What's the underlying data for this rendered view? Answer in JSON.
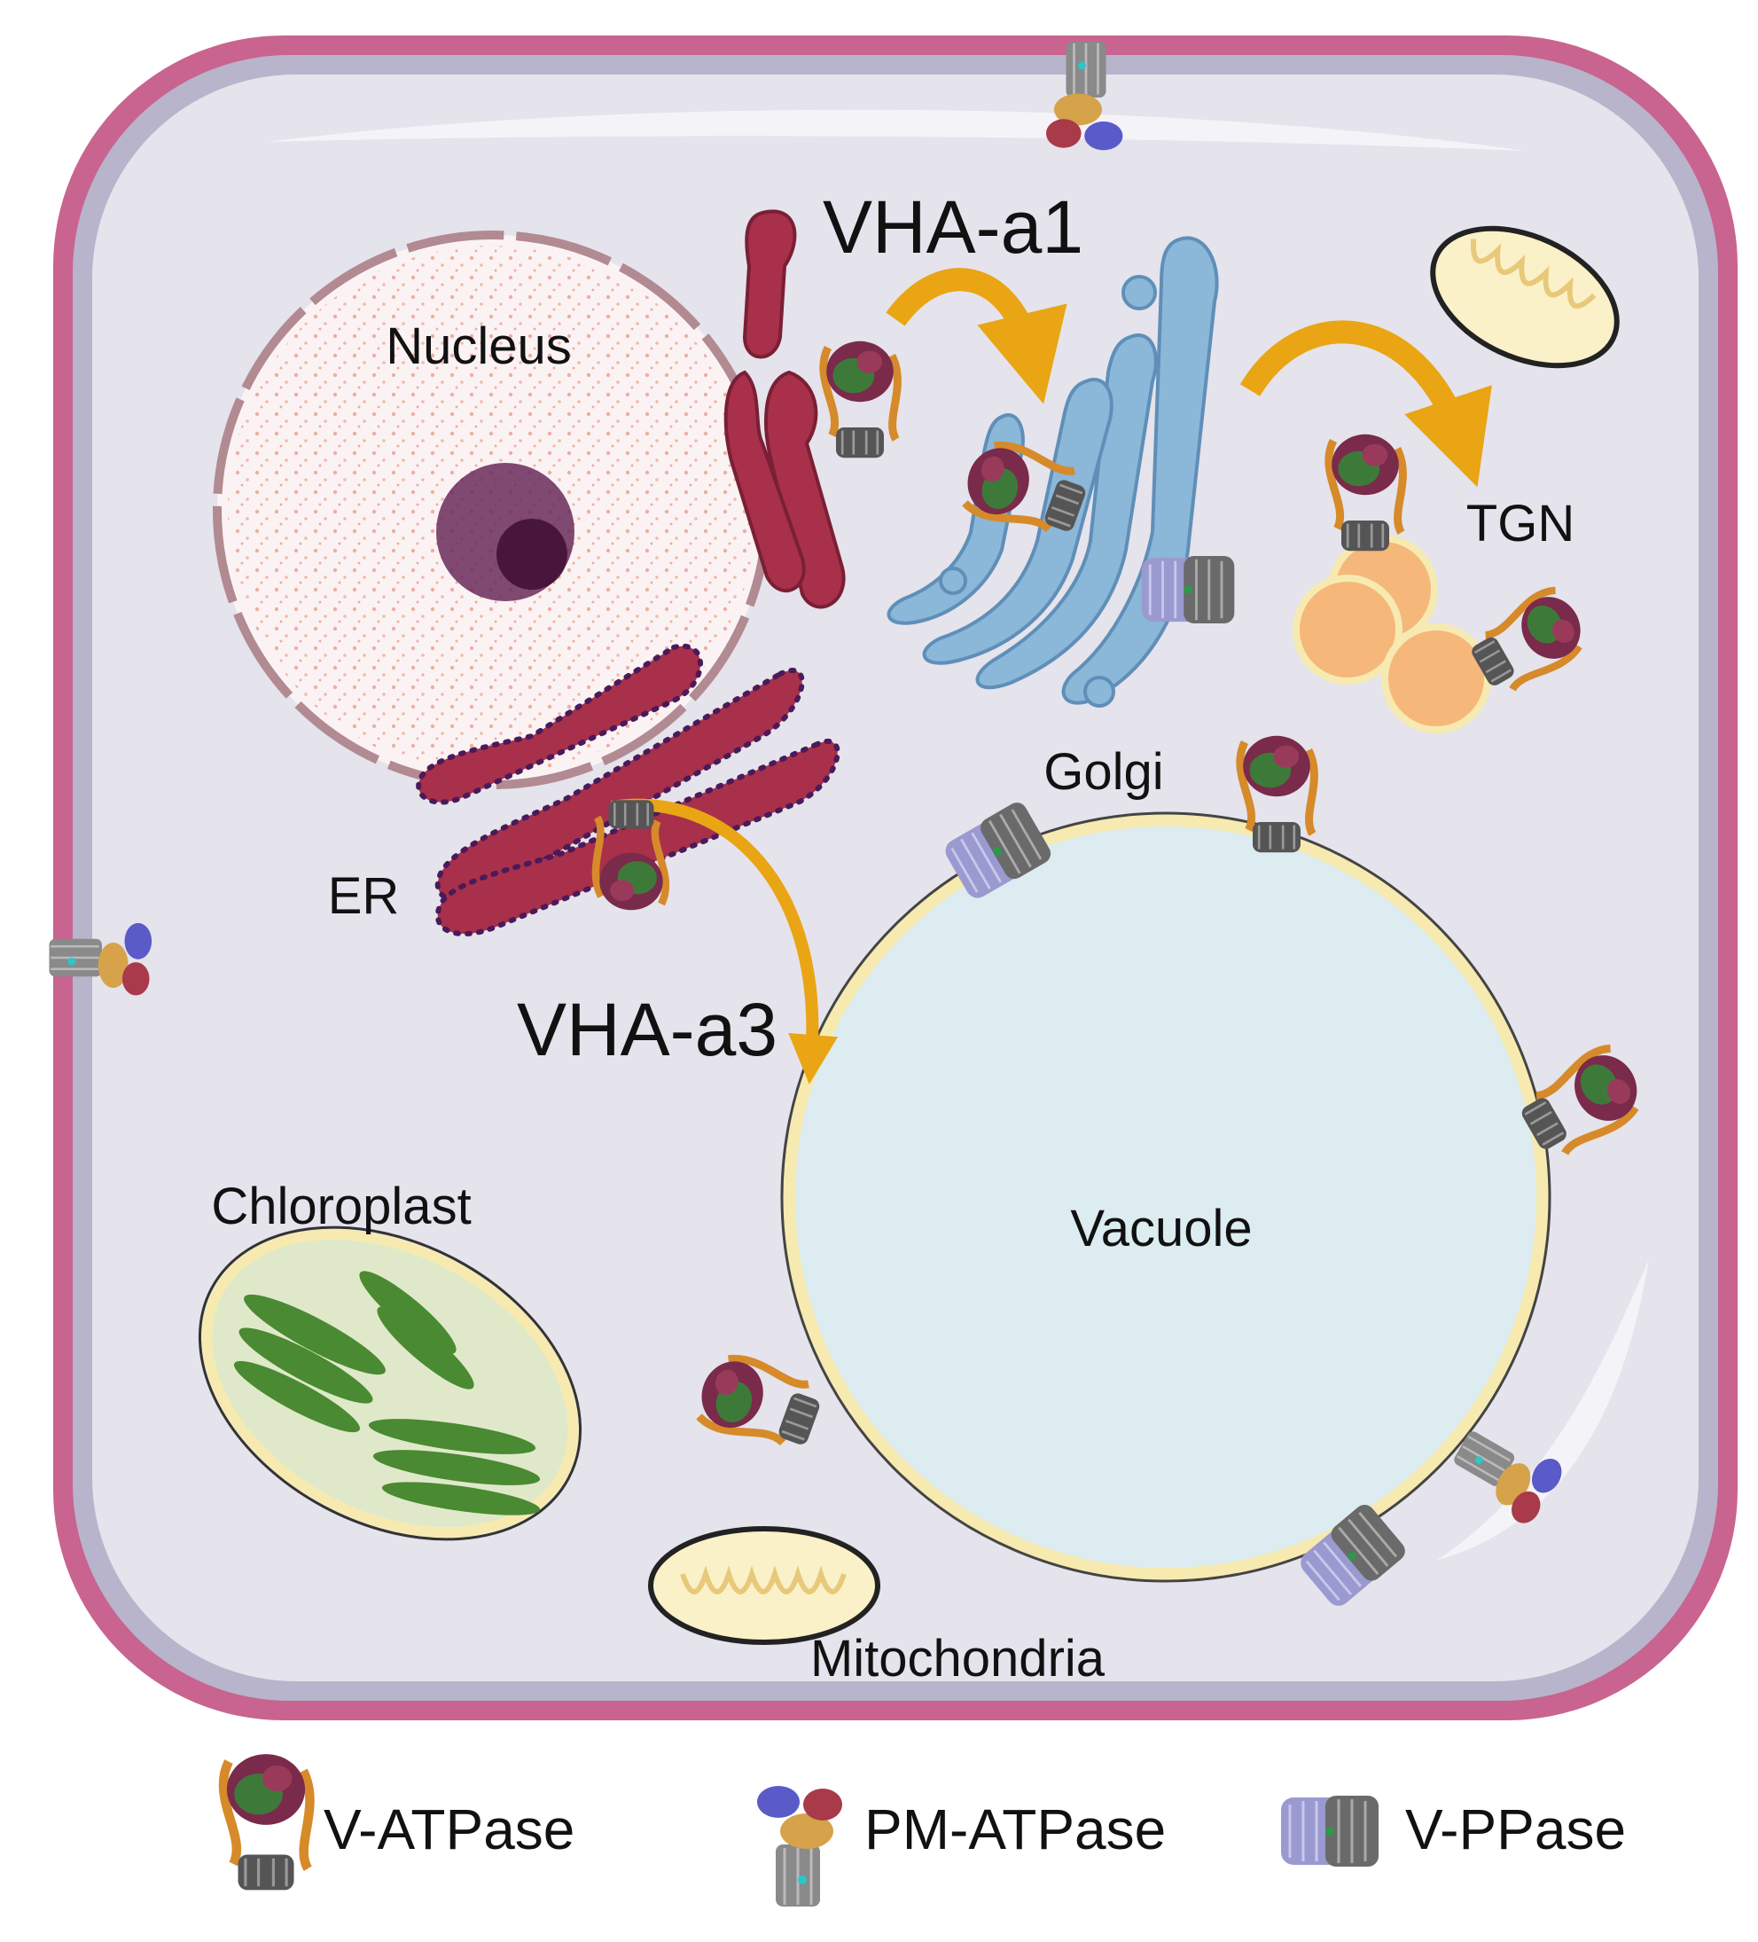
{
  "labels": {
    "nucleus": "Nucleus",
    "er": "ER",
    "golgi": "Golgi",
    "tgn": "TGN",
    "vacuole": "Vacuole",
    "chloroplast": "Chloroplast",
    "mitochondria": "Mitochondria",
    "vha_a1": "VHA-a1",
    "vha_a3": "VHA-a3"
  },
  "legend": {
    "v_atpase": "V-ATPase",
    "pm_atpase": "PM-ATPase",
    "v_ppase": "V-PPase"
  },
  "colors": {
    "cell_wall": "#c8648f",
    "plasma_membrane": "#b7b4cb",
    "cytoplasm": "#e5e3eb",
    "nucleus_fill": "#fbf3f3",
    "nucleus_dots": "#e05a3a",
    "er": "#a8304a",
    "golgi": "#8bb7d9",
    "tgn_vesicle": "#f6b77a",
    "vacuole": "#dcecf1",
    "vacuole_membrane": "#f7eab0",
    "chloroplast": "#dfe9c9",
    "thylakoid": "#4a8a32",
    "mitochondria": "#fbf1c9",
    "arrow": "#e9a514"
  }
}
